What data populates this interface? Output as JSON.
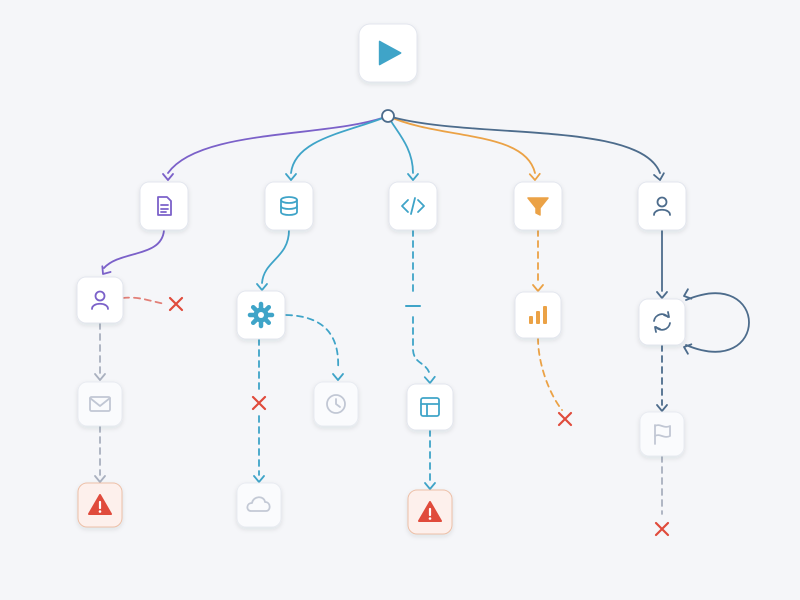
{
  "colors": {
    "background": "#f5f6f9",
    "purple": "#7b61c9",
    "teal": "#3fa4c8",
    "orange": "#eba246",
    "slate": "#4d6c8c",
    "error": "#e04b3c",
    "faded": "#a9b0bf"
  },
  "nodes": [
    {
      "id": "start",
      "icon": "play-icon",
      "state": "active",
      "color": "teal"
    },
    {
      "id": "document",
      "icon": "document-icon",
      "state": "active",
      "color": "purple"
    },
    {
      "id": "database",
      "icon": "database-icon",
      "state": "active",
      "color": "teal"
    },
    {
      "id": "code",
      "icon": "code-icon",
      "state": "active",
      "color": "teal"
    },
    {
      "id": "filter",
      "icon": "filter-icon",
      "state": "active",
      "color": "orange"
    },
    {
      "id": "user-top",
      "icon": "user-icon",
      "state": "active",
      "color": "slate"
    },
    {
      "id": "user-left",
      "icon": "user-icon",
      "state": "active",
      "color": "purple"
    },
    {
      "id": "settings",
      "icon": "gear-icon",
      "state": "active",
      "color": "teal"
    },
    {
      "id": "chart",
      "icon": "bar-chart-icon",
      "state": "active",
      "color": "orange"
    },
    {
      "id": "refresh",
      "icon": "refresh-icon",
      "state": "active",
      "color": "slate"
    },
    {
      "id": "mail",
      "icon": "mail-icon",
      "state": "faded",
      "color": "faded"
    },
    {
      "id": "clock",
      "icon": "clock-icon",
      "state": "faded",
      "color": "faded"
    },
    {
      "id": "layout",
      "icon": "layout-icon",
      "state": "active",
      "color": "teal"
    },
    {
      "id": "flag",
      "icon": "flag-icon",
      "state": "faded",
      "color": "faded"
    },
    {
      "id": "warning-left",
      "icon": "warning-icon",
      "state": "error",
      "color": "error"
    },
    {
      "id": "cloud",
      "icon": "cloud-icon",
      "state": "faded",
      "color": "faded"
    },
    {
      "id": "warning-mid",
      "icon": "warning-icon",
      "state": "error",
      "color": "error"
    }
  ],
  "edges": [
    {
      "from": "start",
      "to": "document",
      "style": "solid",
      "color": "purple"
    },
    {
      "from": "start",
      "to": "database",
      "style": "solid",
      "color": "teal"
    },
    {
      "from": "start",
      "to": "code",
      "style": "solid",
      "color": "teal"
    },
    {
      "from": "start",
      "to": "filter",
      "style": "solid",
      "color": "orange"
    },
    {
      "from": "start",
      "to": "user-top",
      "style": "solid",
      "color": "slate"
    },
    {
      "from": "document",
      "to": "user-left",
      "style": "solid",
      "color": "purple"
    },
    {
      "from": "user-left",
      "to": "end-x",
      "style": "dashed",
      "color": "error",
      "status": "failed"
    },
    {
      "from": "user-left",
      "to": "mail",
      "style": "dashed",
      "color": "faded"
    },
    {
      "from": "mail",
      "to": "warning-left",
      "style": "dashed",
      "color": "faded"
    },
    {
      "from": "database",
      "to": "settings",
      "style": "solid",
      "color": "teal"
    },
    {
      "from": "settings",
      "to": "clock",
      "style": "dashed",
      "color": "teal"
    },
    {
      "from": "settings",
      "to": "cloud",
      "style": "dashed",
      "color": "teal",
      "status": "failed"
    },
    {
      "from": "code",
      "to": "layout",
      "style": "dashed",
      "color": "teal"
    },
    {
      "from": "layout",
      "to": "warning-mid",
      "style": "dashed",
      "color": "teal"
    },
    {
      "from": "filter",
      "to": "chart",
      "style": "dashed",
      "color": "orange"
    },
    {
      "from": "chart",
      "to": "end-x",
      "style": "dashed",
      "color": "orange",
      "status": "failed"
    },
    {
      "from": "user-top",
      "to": "refresh",
      "style": "solid",
      "color": "slate"
    },
    {
      "from": "refresh",
      "to": "refresh",
      "style": "solid",
      "color": "slate",
      "kind": "loop"
    },
    {
      "from": "refresh",
      "to": "flag",
      "style": "dashed",
      "color": "slate"
    },
    {
      "from": "flag",
      "to": "end-x",
      "style": "dashed",
      "color": "faded",
      "status": "failed"
    }
  ]
}
